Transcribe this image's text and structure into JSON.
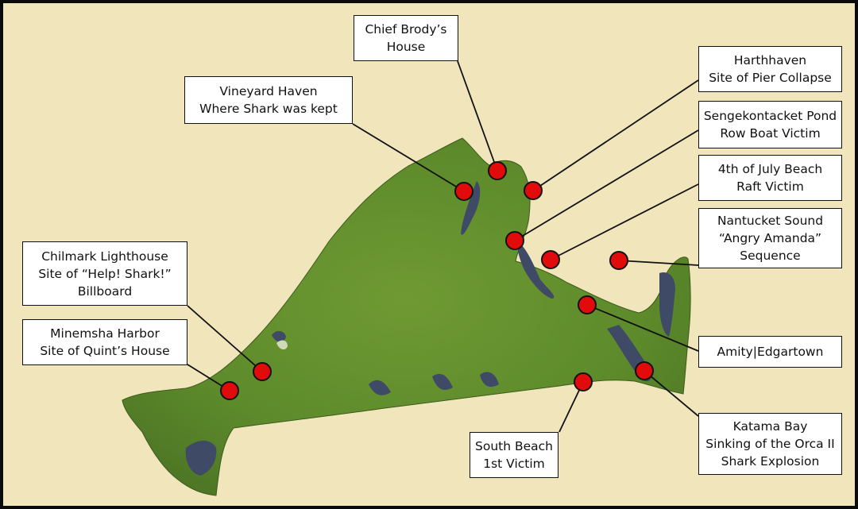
{
  "map": {
    "colors": {
      "background": "#f1e6bb",
      "land": "#5f8a2a",
      "water": "#3f4a66",
      "marker": "#e20b0b",
      "leader": "#111111"
    },
    "locations": [
      {
        "id": "chief-brodys-house",
        "lines": [
          "Chief Brody’s",
          "House"
        ]
      },
      {
        "id": "vineyard-haven",
        "lines": [
          "Vineyard Haven",
          "Where Shark was kept"
        ]
      },
      {
        "id": "harthhaven",
        "lines": [
          "Harthhaven",
          "Site of Pier Collapse"
        ]
      },
      {
        "id": "sengekontacket-pond",
        "lines": [
          "Sengekontacket Pond",
          "Row Boat Victim"
        ]
      },
      {
        "id": "4th-of-july-beach",
        "lines": [
          "4th of July Beach",
          "Raft Victim"
        ]
      },
      {
        "id": "nantucket-sound",
        "lines": [
          "Nantucket Sound",
          "“Angry Amanda”",
          "Sequence"
        ]
      },
      {
        "id": "chilmark-lighthouse",
        "lines": [
          "Chilmark Lighthouse",
          "Site of “Help! Shark!”",
          "Billboard"
        ]
      },
      {
        "id": "minemsha-harbor",
        "lines": [
          "Minemsha Harbor",
          "Site of Quint’s House"
        ]
      },
      {
        "id": "amity-edgartown",
        "lines": [
          "Amity|Edgartown"
        ]
      },
      {
        "id": "south-beach",
        "lines": [
          "South Beach",
          "1st Victim"
        ]
      },
      {
        "id": "katama-bay",
        "lines": [
          "Katama Bay",
          "Sinking of the Orca II",
          "Shark Explosion"
        ]
      }
    ]
  }
}
